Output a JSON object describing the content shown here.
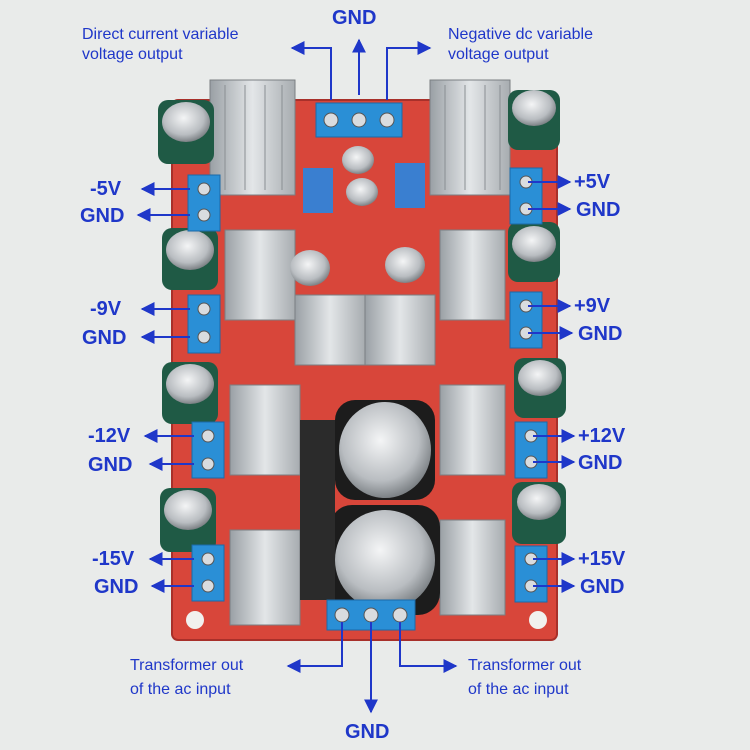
{
  "labels": {
    "gnd_top": "GND",
    "direct_current_1": "Direct current variable",
    "direct_current_2": "voltage output",
    "negative_dc_1": "Negative dc variable",
    "negative_dc_2": "voltage output",
    "left": {
      "m5": "-5V",
      "gnd_m5": "GND",
      "m9": "-9V",
      "gnd_m9": "GND",
      "m12": "-12V",
      "gnd_m12": "GND",
      "m15": "-15V",
      "gnd_m15": "GND"
    },
    "right": {
      "p5": "+5V",
      "gnd_p5": "GND",
      "p9": "+9V",
      "gnd_p9": "GND",
      "p12": "+12V",
      "gnd_p12": "GND",
      "p15": "+15V",
      "gnd_p15": "GND"
    },
    "transformer_left_1": "Transformer out",
    "transformer_left_2": "of the ac input",
    "transformer_right_1": "Transformer out",
    "transformer_right_2": "of the ac input",
    "gnd_bottom": "GND"
  },
  "colors": {
    "pcb": "#d8463a",
    "terminal": "#2a8fd6",
    "label": "#1f37c9",
    "heatsink": "#c9cccf",
    "capacitor": "#1f5a45"
  }
}
